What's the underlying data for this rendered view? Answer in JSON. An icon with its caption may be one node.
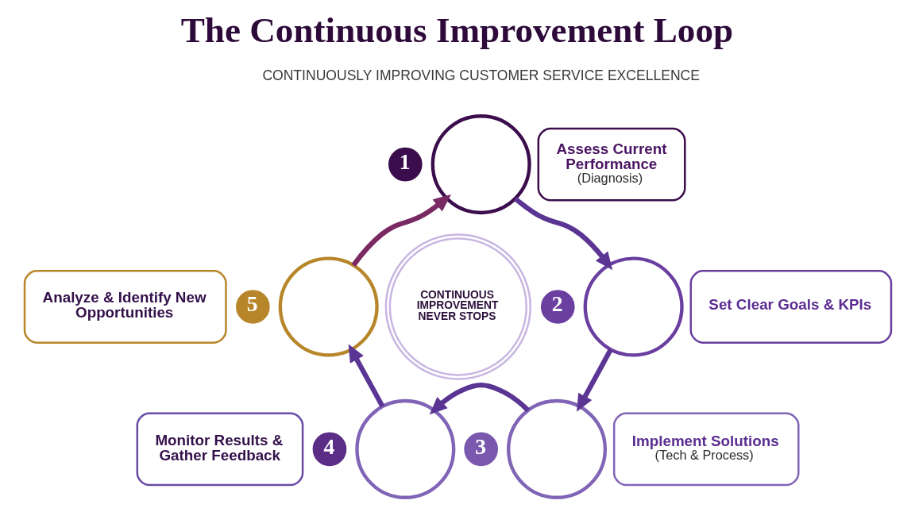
{
  "diagram": {
    "title": "The Continuous Improvement Loop",
    "nodes": [
      {
        "text": [
          "1"
        ]
      },
      {
        "text": [],
        "shape": "circle"
      },
      {
        "text": [
          "Assess Current Performance",
          "(Diagnosis)"
        ]
      },
      {
        "text": [
          "Analyze & Identify New Opportunities"
        ]
      },
      {
        "text": [
          "5"
        ]
      },
      {
        "text": [],
        "shape": "circle"
      },
      {
        "text": [
          "CONTINUOUS IMPROVEMENT NEVER STOPS"
        ]
      },
      {
        "text": [
          "2"
        ]
      },
      {
        "text": [],
        "shape": "circle"
      },
      {
        "text": [
          "Set Clear Goals & KPIs"
        ]
      },
      {
        "text": [
          "Monitor Results & Gather Feedback"
        ]
      },
      {
        "text": [
          "4"
        ]
      },
      {
        "text": [],
        "shape": "circle"
      },
      {
        "text": [
          "3"
        ]
      },
      {
        "text": [],
        "shape": "circle"
      },
      {
        "text": [
          "Implement Solutions",
          "(Tech & Process)"
        ]
      }
    ],
    "edges": [
      {
        "from": 1,
        "to": 8,
        "arrow": "to"
      },
      {
        "from": 8,
        "to": 14,
        "arrow": "to"
      },
      {
        "from": 14,
        "to": 12,
        "arrow": "to"
      },
      {
        "from": 12,
        "to": 5,
        "arrow": "to"
      },
      {
        "from": 5,
        "to": 1,
        "arrow": "to",
        "color": "#7a2a63"
      }
    ],
    "labels": [
      "CONTINUOUSLY IMPROVING CUSTOMER SERVICE EXCELLENCE"
    ]
  }
}
